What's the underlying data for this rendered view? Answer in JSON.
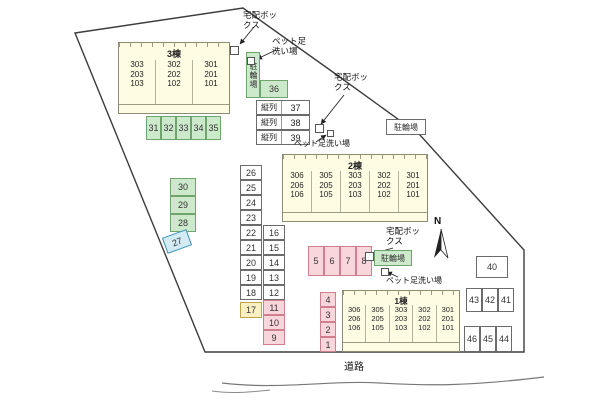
{
  "labels": {
    "delivery_box": "宅配ボックス",
    "pet_wash": "ペット足洗い場",
    "bike_parking": "駐輪場",
    "tandem": "縦列",
    "road": "道路",
    "north": "N"
  },
  "buildings": {
    "b3": {
      "title": "3棟",
      "columns": [
        [
          "303",
          "203",
          "103"
        ],
        [
          "302",
          "202",
          "102"
        ],
        [
          "301",
          "201",
          "101"
        ]
      ]
    },
    "b2": {
      "title": "2棟",
      "columns": [
        [
          "306",
          "206",
          "106"
        ],
        [
          "305",
          "205",
          "105"
        ],
        [
          "303",
          "203",
          "103"
        ],
        [
          "302",
          "202",
          "102"
        ],
        [
          "301",
          "201",
          "101"
        ]
      ]
    },
    "b1": {
      "title": "1棟",
      "columns": [
        [
          "306",
          "206",
          "106"
        ],
        [
          "305",
          "205",
          "105"
        ],
        [
          "303",
          "203",
          "103"
        ],
        [
          "302",
          "202",
          "102"
        ],
        [
          "301",
          "201",
          "101"
        ]
      ]
    }
  },
  "parking": {
    "row_a": [
      "31",
      "32",
      "33",
      "34",
      "35"
    ],
    "box36": "36",
    "tandem": [
      "37",
      "38",
      "39"
    ],
    "green_col": [
      "30",
      "29",
      "28"
    ],
    "blue27": "27",
    "col_left": [
      "26",
      "25",
      "24",
      "23",
      "22",
      "21",
      "20",
      "19",
      "18"
    ],
    "yellow17": "17",
    "col_right": [
      "16",
      "15",
      "14",
      "13",
      "12"
    ],
    "pink_col_b": [
      "11",
      "10",
      "9"
    ],
    "pink_row": [
      "5",
      "6",
      "7",
      "8"
    ],
    "pink_col_a": [
      "4",
      "3",
      "2",
      "1"
    ],
    "p40": "40",
    "row_b": [
      "43",
      "42",
      "41"
    ],
    "row_c": [
      "46",
      "45",
      "44"
    ]
  },
  "colors": {
    "building_fill": "#fffce4",
    "green_stall": "#cde9cc",
    "pink_stall": "#f9d6dc",
    "yellow_stall": "#fbf0c2",
    "blue_stall": "#d2ebf4"
  }
}
